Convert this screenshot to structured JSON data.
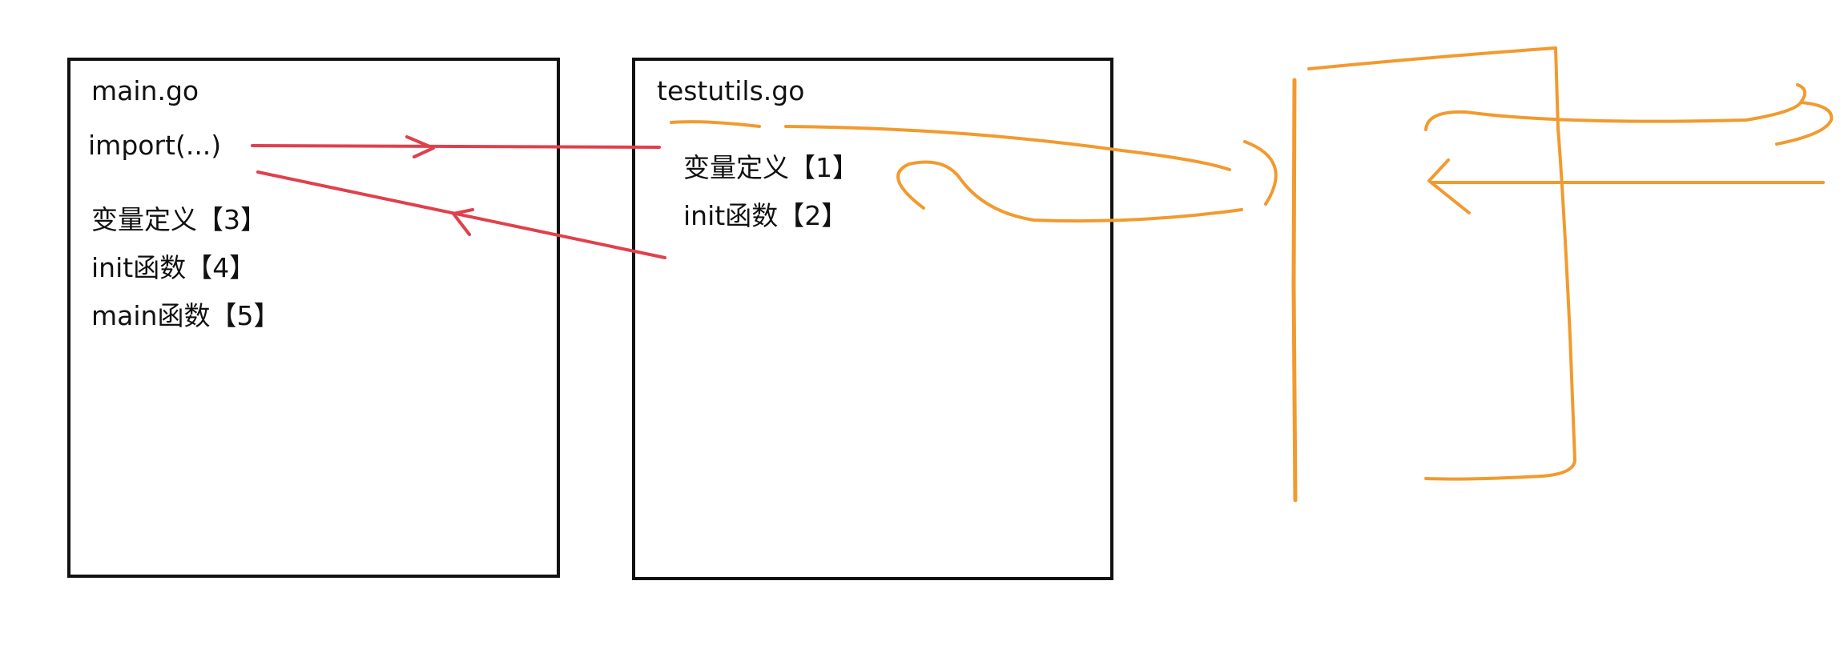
{
  "files": {
    "main": {
      "filename": "main.go",
      "import": "import(...)",
      "items": [
        "变量定义【3】",
        "init函数【4】",
        "main函数【5】"
      ]
    },
    "testutils": {
      "filename": "testutils.go",
      "items": [
        "变量定义【1】",
        "init函数【2】"
      ]
    }
  },
  "colors": {
    "red_arrows": "#e0404c",
    "orange_scribbles": "#f29a2e",
    "box_border": "#111111"
  }
}
